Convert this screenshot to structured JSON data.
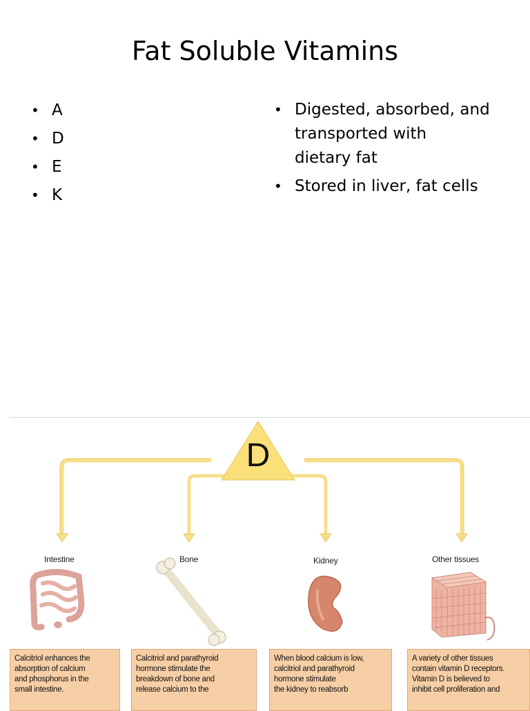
{
  "slide": {
    "title": "Fat Soluble Vitamins",
    "left_bullets": [
      "A",
      "D",
      "E",
      "K"
    ],
    "right_bullets": [
      {
        "lines": [
          "Digested, absorbed, and",
          "transported with",
          "dietary fat"
        ]
      },
      {
        "lines": [
          "Stored in liver, fat cells"
        ]
      }
    ]
  },
  "figure": {
    "center_label": "D",
    "colors": {
      "triangle": "#fbe07a",
      "arrow": "#f6df8a",
      "box": "#f7cfa6"
    },
    "targets": [
      {
        "label": "Intestine",
        "icon": "intestine-icon",
        "text": [
          "Calcitriol enhances the",
          "absorption of calcium",
          "and phosphorus in the",
          "small intestine."
        ]
      },
      {
        "label": "Bone",
        "icon": "bone-icon",
        "text": [
          "Calcitriol and parathyroid",
          "hormone stimulate the",
          "breakdown of bone and",
          "release calcium to the"
        ]
      },
      {
        "label": "Kidney",
        "icon": "kidney-icon",
        "text": [
          "When blood calcium is low,",
          "calcitriol and parathyroid",
          "hormone stimulate",
          "the kidney to reabsorb"
        ]
      },
      {
        "label": "Other tissues",
        "icon": "tissue-icon",
        "text": [
          "A variety of other tissues",
          "contain vitamin D receptors.",
          "Vitamin D is believed to",
          "inhibit cell proliferation and"
        ]
      }
    ]
  }
}
